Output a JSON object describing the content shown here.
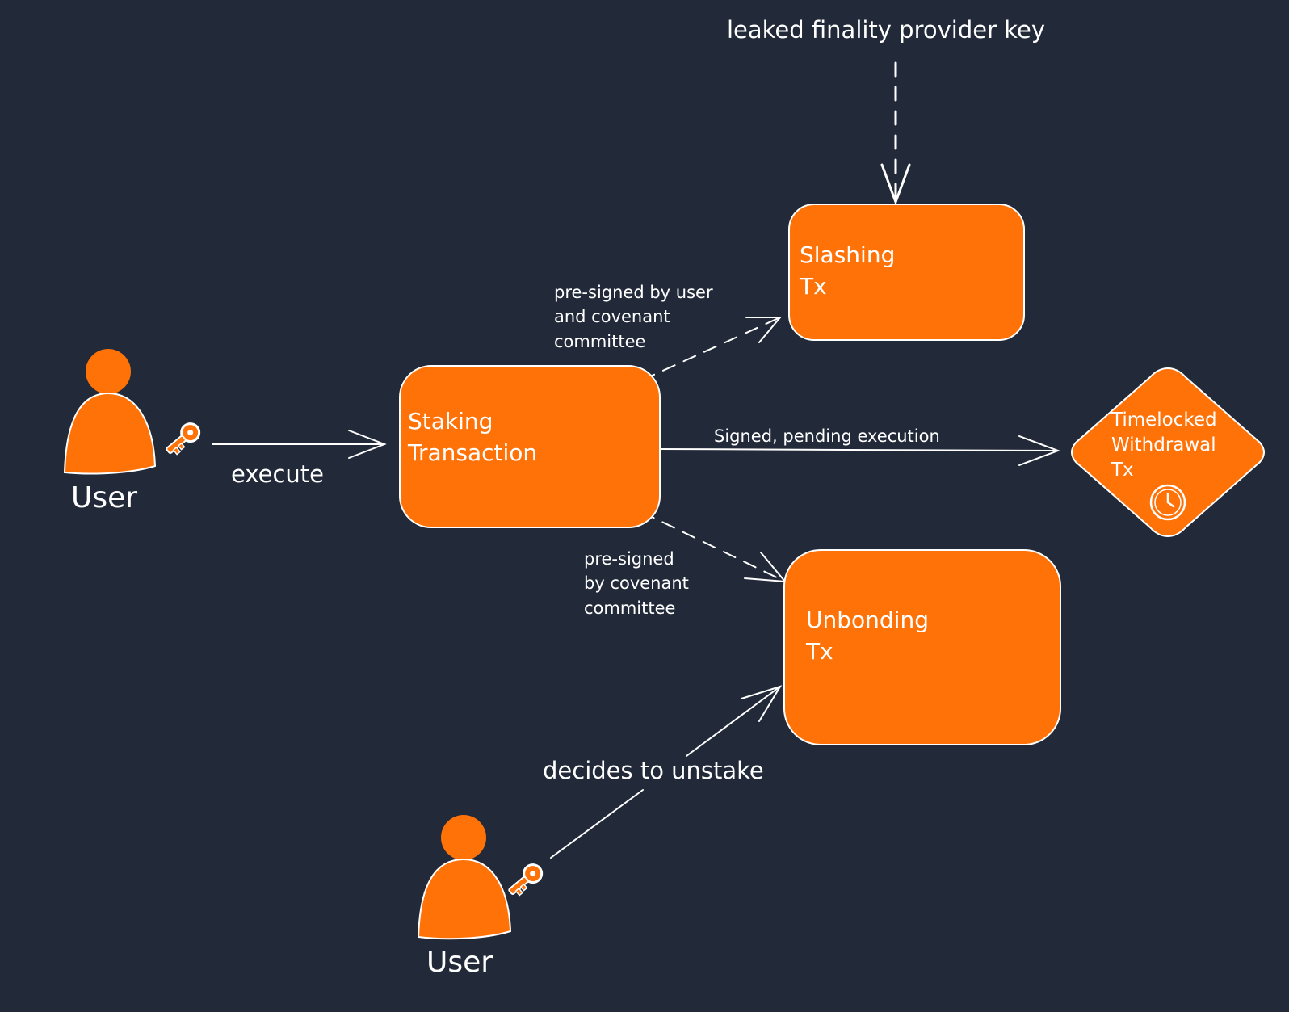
{
  "colors": {
    "background": "#222a3a",
    "node_fill": "#ff7208",
    "stroke": "#ffffff"
  },
  "nodes": {
    "user_top": {
      "label": "User",
      "icon": "key-icon"
    },
    "user_bottom": {
      "label": "User",
      "icon": "key-icon"
    },
    "staking": {
      "label": "Staking\nTransaction",
      "icon": "bitcoin-icon"
    },
    "slashing": {
      "label": "Slashing\nTx"
    },
    "unbonding": {
      "label": "Unbonding\nTx"
    },
    "timelocked": {
      "label": "Timelocked\nWithdrawal\nTx",
      "icon": "clock-icon"
    }
  },
  "edges": {
    "execute": "execute",
    "leaked_key": "leaked finality provider key",
    "presigned_user": "pre-signed by user\nand covenant\ncommittee",
    "signed_pending": "Signed, pending execution",
    "presigned_covenant": "pre-signed\nby covenant\ncommittee",
    "decides_unstake": "decides to unstake"
  }
}
